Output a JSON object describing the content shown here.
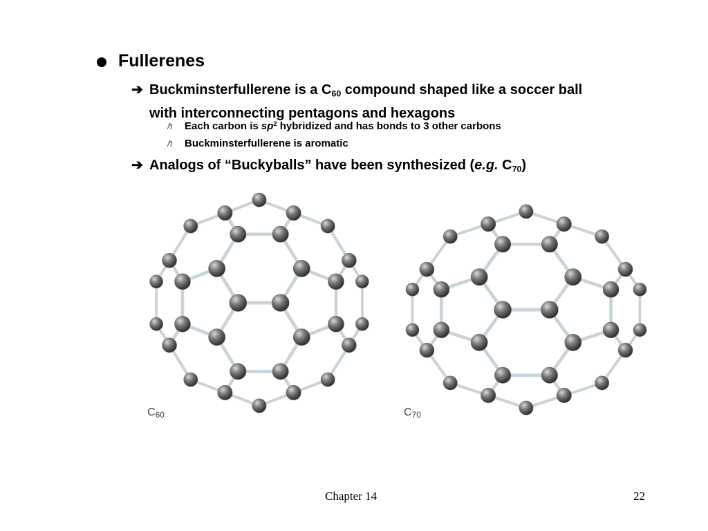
{
  "bullets": {
    "main": "Fullerenes",
    "sub1": {
      "prefix": "Buckminsterfullerene is a C",
      "subscript": "60",
      "rest_line1": " compound shaped like a soccer ball",
      "line2": "with interconnecting pentagons and hexagons"
    },
    "sub1_points": {
      "p1_prefix": "Each carbon is ",
      "p1_italic": "sp",
      "p1_sup": "2",
      "p1_rest": " hybridized and has bonds to 3 other carbons",
      "p2": "Buckminsterfullerene is aromatic"
    },
    "sub2": {
      "prefix": "Analogs of “Buckyballs” have been synthesized (",
      "italic": "e.g.",
      "mid": " C",
      "subscript": "70",
      "suffix": ")"
    }
  },
  "figures": {
    "c60": {
      "label_main": "C",
      "label_sub": "60"
    },
    "c70": {
      "label_main": "C",
      "label_sub": "70"
    }
  },
  "footer": {
    "chapter": "Chapter 14",
    "page": "22"
  },
  "colors": {
    "atom": "#6b6b6b",
    "bond": "#c9d3da"
  }
}
